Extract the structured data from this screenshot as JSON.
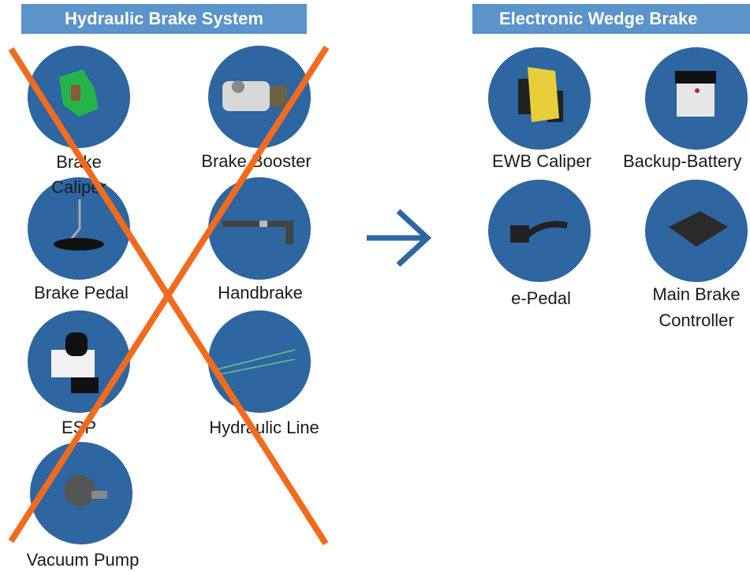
{
  "left_panel": {
    "title": "Hydraulic Brake System",
    "crossed_out": true,
    "items": [
      {
        "label": "Brake\nCaliper",
        "icon": "brake-caliper-icon"
      },
      {
        "label": "Brake Booster",
        "icon": "brake-booster-icon"
      },
      {
        "label": "Brake Pedal",
        "icon": "brake-pedal-icon"
      },
      {
        "label": "Handbrake",
        "icon": "handbrake-icon"
      },
      {
        "label": "ESP",
        "icon": "esp-unit-icon"
      },
      {
        "label": "Hydraulic Line",
        "icon": "hydraulic-line-icon"
      },
      {
        "label": "Vacuum Pump",
        "icon": "vacuum-pump-icon"
      }
    ]
  },
  "arrow": {
    "icon": "arrow-right-icon",
    "color": "#2d66a1"
  },
  "right_panel": {
    "title": "Electronic Wedge Brake",
    "items": [
      {
        "label": "EWB Caliper",
        "icon": "ewb-caliper-icon"
      },
      {
        "label": "Backup-Battery",
        "icon": "battery-icon"
      },
      {
        "label": "e-Pedal",
        "icon": "e-pedal-icon"
      },
      {
        "label": "Main Brake\nController",
        "icon": "controller-icon"
      }
    ]
  },
  "colors": {
    "header": "#5b93cb",
    "circle": "#2d66a1",
    "cross": "#f26b1d"
  }
}
